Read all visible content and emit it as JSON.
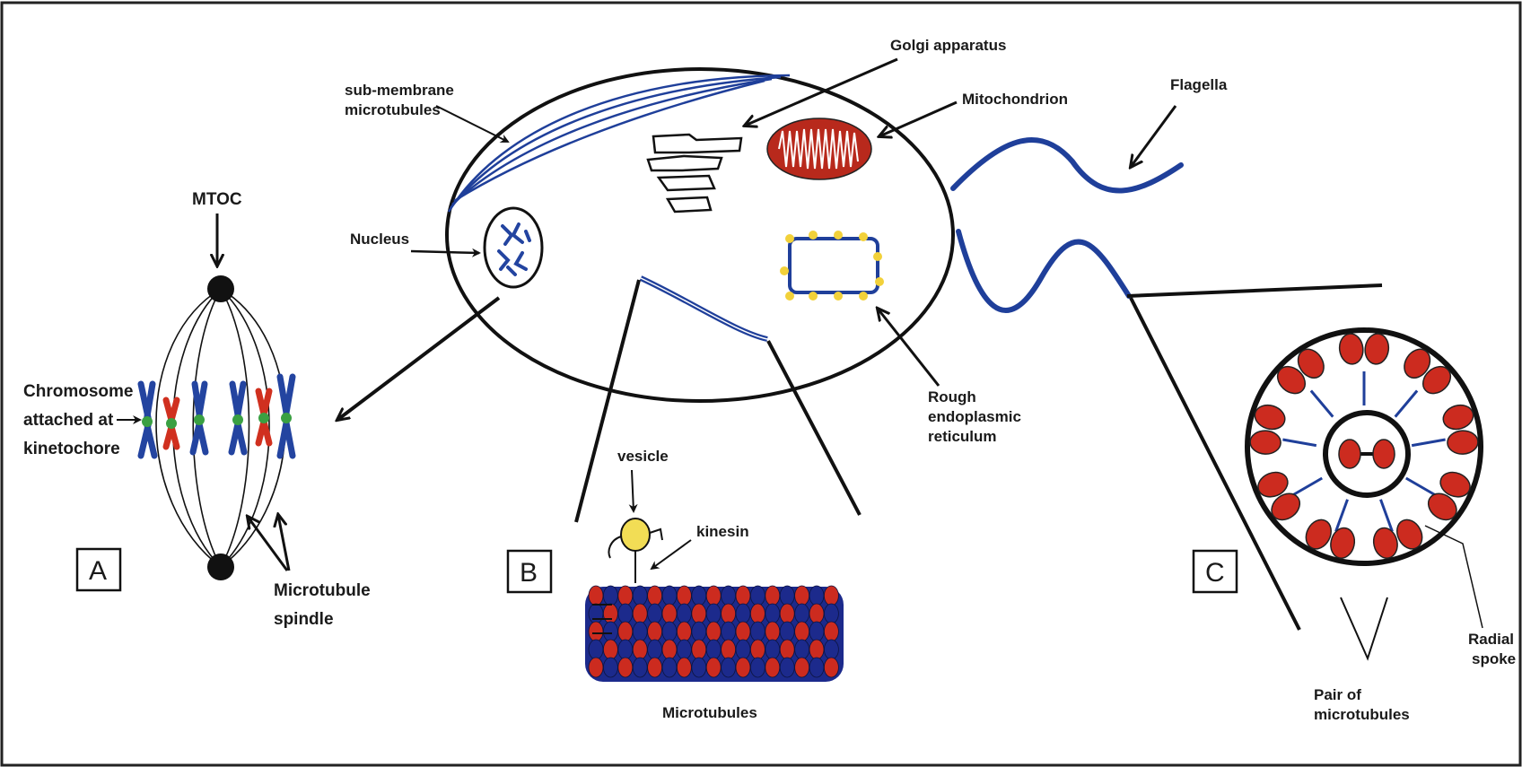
{
  "panels": {
    "a_letter": "A",
    "b_letter": "B",
    "c_letter": "C"
  },
  "mitosis": {
    "mtoc": "MTOC",
    "chromosome_l1": "Chromosome",
    "chromosome_l2": "attached at",
    "chromosome_l3": "kinetochore",
    "spindle_l1": "Microtubule",
    "spindle_l2": "spindle"
  },
  "cell": {
    "submembrane_l1": "sub-membrane",
    "submembrane_l2": "microtubules",
    "golgi": "Golgi apparatus",
    "mitochondrion": "Mitochondrion",
    "flagella": "Flagella",
    "nucleus": "Nucleus",
    "rer_l1": "Rough",
    "rer_l2": "endoplasmic",
    "rer_l3": "reticulum"
  },
  "transport": {
    "vesicle": "vesicle",
    "kinesin": "kinesin",
    "microtubules": "Microtubules"
  },
  "axoneme": {
    "radial_l1": "Radial",
    "radial_l2": "spoke",
    "pair_l1": "Pair of",
    "pair_l2": "microtubules"
  },
  "colors": {
    "microtubule_blue": "#1f3f9a",
    "tubulin_red": "#cc2b1f",
    "tubulin_navy": "#1c2a8c",
    "kinetochore_green": "#3aa042",
    "vesicle_yellow": "#f2dd55",
    "outline": "#111111"
  }
}
